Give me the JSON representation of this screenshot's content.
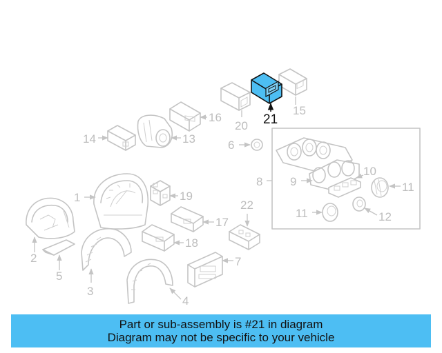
{
  "diagram": {
    "highlight_color": "#4dbef3",
    "callouts": {
      "p1": "1",
      "p2": "2",
      "p3": "3",
      "p4": "4",
      "p5": "5",
      "p6": "6",
      "p7": "7",
      "p8": "8",
      "p9": "9",
      "p10": "10",
      "p11a": "11",
      "p11b": "11",
      "p12": "12",
      "p13": "13",
      "p14": "14",
      "p15": "15",
      "p16": "16",
      "p17": "17",
      "p18": "18",
      "p19": "19",
      "p20": "20",
      "p21": "21",
      "p22": "22"
    }
  },
  "banner": {
    "line1": "Part or sub-assembly is #21 in diagram",
    "line2": "Diagram may not be specific to your vehicle",
    "color": "#4dbef3"
  }
}
